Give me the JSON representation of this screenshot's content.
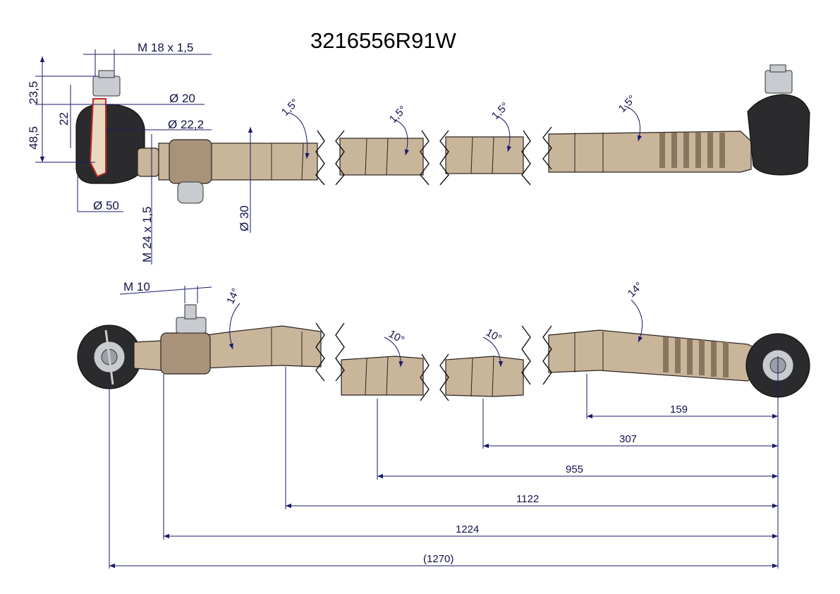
{
  "title": "3216556R91W",
  "top_view": {
    "thread_end": "M  18  x 1,5",
    "dia_20": "Ø  20",
    "dia_22_2": "Ø  22,2",
    "dia_50": "Ø  50",
    "dia_30": "Ø  30",
    "thread_tube": "M  24  x 1,5",
    "h_23_5": "23,5",
    "h_22": "22",
    "h_48_5": "48,5",
    "angles": [
      "1,5°",
      "1,5°",
      "1,5°",
      "1,5°"
    ]
  },
  "bottom_view": {
    "bolt": "M  10",
    "angle_left": "14°",
    "angle_right": "14°",
    "angle_mid1": "10°",
    "angle_mid2": "10°",
    "dims": [
      "159",
      "307",
      "955",
      "1122",
      "1224",
      "(1270)"
    ]
  }
}
